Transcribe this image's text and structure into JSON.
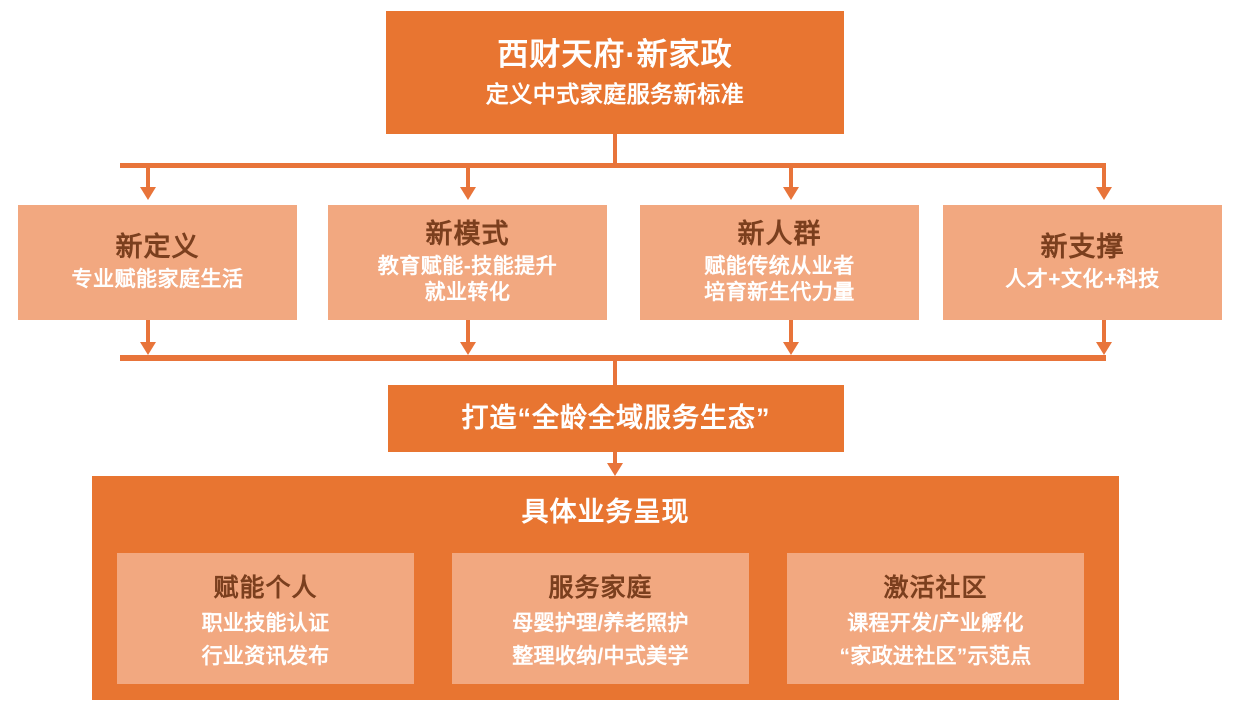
{
  "diagram": {
    "title_box": {
      "main": "西财天府·新家政",
      "sub": "定义中式家庭服务新标准"
    },
    "pillars": [
      {
        "title": "新定义",
        "lines": [
          "专业赋能家庭生活"
        ]
      },
      {
        "title": "新模式",
        "lines": [
          "教育赋能-技能提升",
          "就业转化"
        ]
      },
      {
        "title": "新人群",
        "lines": [
          "赋能传统从业者",
          "培育新生代力量"
        ]
      },
      {
        "title": "新支撑",
        "lines": [
          "人才+文化+科技"
        ]
      }
    ],
    "ecosystem_box": {
      "label": "打造“全龄全域服务生态”"
    },
    "business_panel": {
      "header": "具体业务呈现",
      "cards": [
        {
          "title": "赋能个人",
          "lines": [
            "职业技能认证",
            "行业资讯发布"
          ]
        },
        {
          "title": "服务家庭",
          "lines": [
            "母婴护理/养老照护",
            "整理收纳/中式美学"
          ]
        },
        {
          "title": "激活社区",
          "lines": [
            "课程开发/产业孵化",
            "“家政进社区”示范点"
          ]
        }
      ]
    },
    "colors": {
      "primary_orange": "#E87531",
      "light_salmon": "#F2A880",
      "connector": "#E8743A",
      "title_brown": "#7B3F1E",
      "white": "#FFFFFF"
    }
  }
}
